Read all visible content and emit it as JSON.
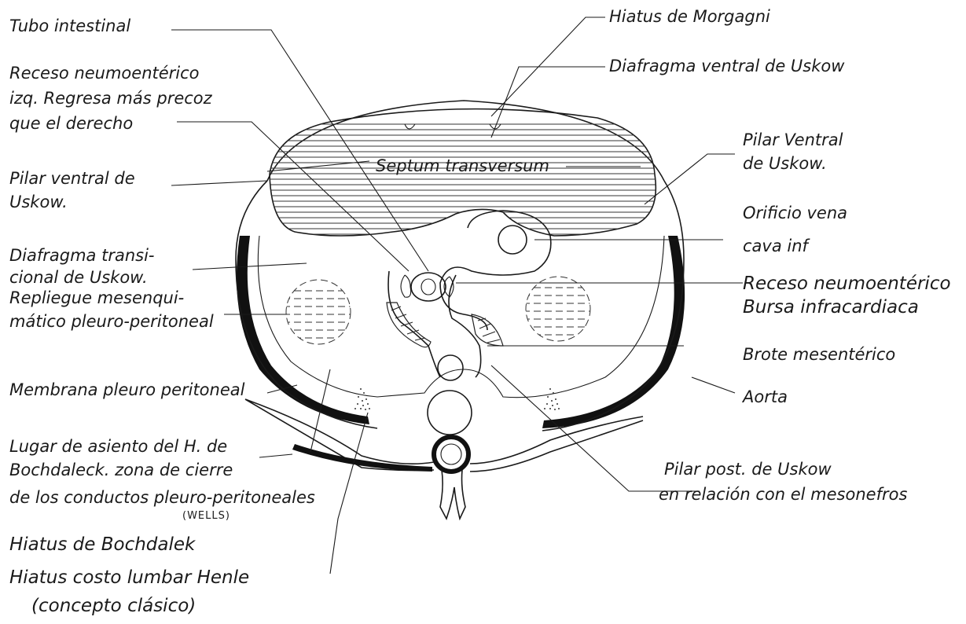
{
  "labels": {
    "tubo_intestinal": "Tubo intestinal",
    "hiatus_morgagni": "Hiatus de Morgagni",
    "receso_izq_line1": "Receso neumoentérico",
    "receso_izq_line2": "izq. Regresa más precoz",
    "receso_izq_line3": "que el derecho",
    "diafragma_ventral": "Diafragma ventral de Uskow",
    "septum_transversum": "Septum transversum",
    "pilar_ventral_der_line1": "Pilar Ventral",
    "pilar_ventral_der_line2": "de Uskow.",
    "pilar_ventral_izq_line1": "Pilar ventral de",
    "pilar_ventral_izq_line2": "Uskow.",
    "orificio_vena_line1": "Orificio vena",
    "orificio_vena_line2": "cava inf",
    "diafragma_transicional_line1": "Diafragma transi-",
    "diafragma_transicional_line2": "cional de Uskow.",
    "receso_bursa_line1": "Receso neumoentérico",
    "receso_bursa_line2": "Bursa infracardiaca",
    "repliegue_line1": "Repliegue mesenqui-",
    "repliegue_line2": "mático pleuro-peritoneal",
    "brote_mesenterico": "Brote mesentérico",
    "membrana": "Membrana pleuro peritoneal",
    "aorta": "Aorta",
    "lugar_line1": "Lugar de asiento del H. de",
    "lugar_line2": "Bochdaleck. zona de cierre",
    "lugar_line3": "de los conductos pleuro-peritoneales",
    "wells": "(WELLS)",
    "pilar_post_line1": "Pilar post. de Uskow",
    "pilar_post_line2": "en relación con el mesonefros",
    "hiatus_bochdalek": "Hiatus de Bochdalek",
    "hiatus_costo_line1": "Hiatus costo lumbar Henle",
    "hiatus_costo_line2": "(concepto clásico)"
  }
}
